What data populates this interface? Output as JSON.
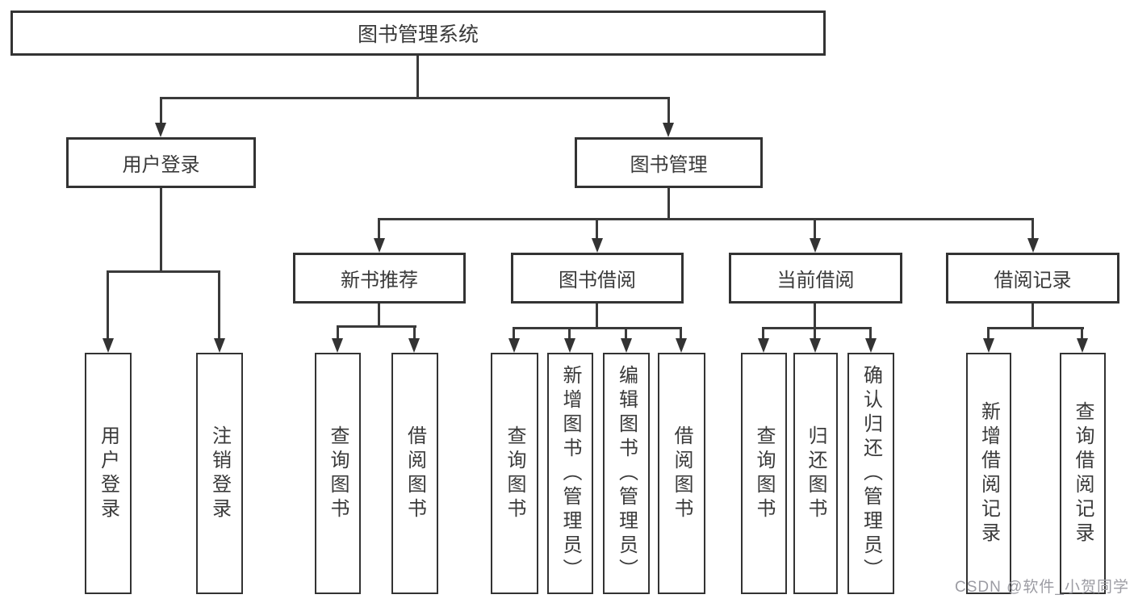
{
  "diagram": {
    "root": {
      "label": "图书管理系统"
    },
    "children": [
      {
        "label": "用户登录",
        "children": [
          {
            "label": "用户登录"
          },
          {
            "label": "注销登录"
          }
        ]
      },
      {
        "label": "图书管理",
        "children": [
          {
            "label": "新书推荐",
            "children": [
              {
                "label": "查询图书"
              },
              {
                "label": "借阅图书"
              }
            ]
          },
          {
            "label": "图书借阅",
            "children": [
              {
                "label": "查询图书"
              },
              {
                "label": "新增图书（管理员）"
              },
              {
                "label": "编辑图书（管理员）"
              },
              {
                "label": "借阅图书"
              }
            ]
          },
          {
            "label": "当前借阅",
            "children": [
              {
                "label": "查询图书"
              },
              {
                "label": "归还图书"
              },
              {
                "label": "确认归还（管理员）"
              }
            ]
          },
          {
            "label": "借阅记录",
            "children": [
              {
                "label": "新增借阅记录"
              },
              {
                "label": "查询借阅记录"
              }
            ]
          }
        ]
      }
    ]
  },
  "watermark": {
    "text": "CSDN @软件_小贺同学"
  },
  "colors": {
    "line": "#333333",
    "text": "#3a3a3a",
    "watermark": "#9c9ca3",
    "background": "#ffffff"
  }
}
